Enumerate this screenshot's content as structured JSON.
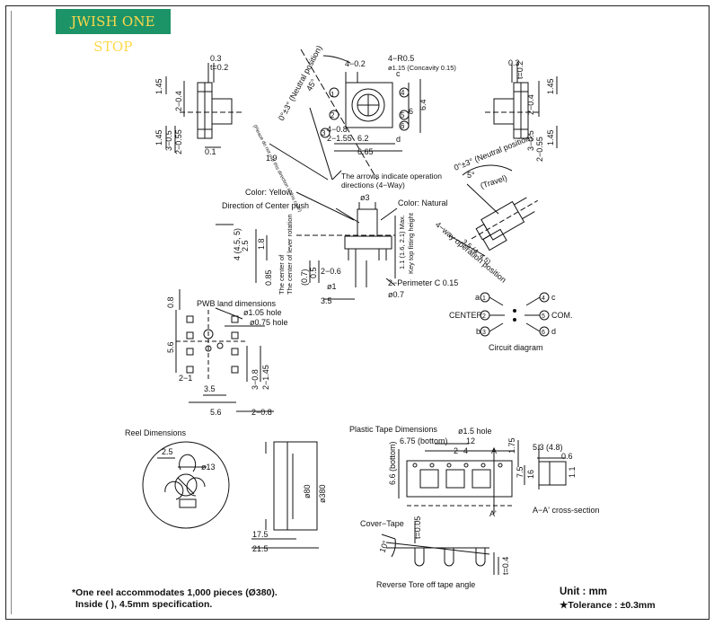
{
  "brand": {
    "name": "JWISH ONE STOP",
    "bg": "#1c9468",
    "fg": "#ffd84a"
  },
  "top_view": {
    "neutral_label": "0°±3° (Neutral position)",
    "angle_45": "45°",
    "dim_4_02": "4−0.2",
    "dim_4_r05": "4−R0.5",
    "concavity": "ø1.15 (Concavity 0.15)",
    "dim_4_08": "4−0.8",
    "dim_2_155": "2−1.55",
    "dim_6": "6",
    "dim_64": "6.4",
    "dim_62": "6.2",
    "dim_665": "6.65",
    "letter_c": "c",
    "letter_d": "d",
    "arrows_note_1": "The arrows indicate operation",
    "arrows_note_2": "directions (4−Way)",
    "slant_note": "(Please do not use this direction in this case)",
    "dim_19": "1.9"
  },
  "left_side": {
    "d_03": "0.3",
    "d_t02": "t=0.2",
    "d_145a": "1.45",
    "d_2_04": "2−0.4",
    "d_145b": "1.45",
    "d_3_05": "3−0.5",
    "d_2_055": "2−0.55",
    "d_01": "0.1"
  },
  "right_side": {
    "d_03": "0.3",
    "d_t02": "t=0.2",
    "d_145a": "1.45",
    "d_2_04": "2−0.4",
    "d_145b": "1.45",
    "d_3_05": "3−0.5",
    "d_2_055": "2−0.55"
  },
  "front": {
    "color_yellow": "Color: Yellow",
    "color_natural": "Color: Natural",
    "center_push": "Direction of Center push",
    "d3": "ø3",
    "d_45_5": "4 (4.5, 5)",
    "d_25": "2.5",
    "d_18": "1.8",
    "d_085": "0.85",
    "center_lever": "The center of lever rotation",
    "d_07": "(0.7)",
    "d_05": "0.5",
    "d_1": "ø1",
    "d_2_06": "2−0.6",
    "d_35": "3.5",
    "perimeter": "2−Perimeter C 0.15",
    "d_07b": "ø0.7",
    "fitting": "1.1 (1.6, 2.1) Max.",
    "key_top": "Key top fitting height"
  },
  "travel_view": {
    "neutral": "0°±3° (Neutral position)",
    "five": "5°",
    "travel": "(Travel)",
    "ops": "4−way operation position",
    "d_35": "3.5 (4, 4.5)"
  },
  "pwb": {
    "title": "PWB land dimensions",
    "hole1": "ø1.05 hole",
    "hole2": "ø0.75 hole",
    "d_08": "0.8",
    "d_56": "5.6",
    "d_2_1": "2−1",
    "d_35": "3.5",
    "d_3_08": "3−0.8",
    "d_2_145": "2−1.45",
    "d_56b": "5.6",
    "d_2_08": "2−0.8"
  },
  "circuit": {
    "title": "Circuit diagram",
    "a": "a",
    "b": "b",
    "c": "c",
    "d": "d",
    "center": "CENTER",
    "com": "COM.",
    "n1": "1",
    "n2": "2",
    "n3": "3",
    "n4": "4",
    "n5": "5",
    "n6": "6"
  },
  "reel": {
    "title": "Reel Dimensions",
    "d25": "2.5",
    "d13": "ø13",
    "d80": "ø80",
    "d380": "ø380",
    "d175": "17.5",
    "d215": "21.5"
  },
  "tape": {
    "title": "Plastic Tape Dimensions",
    "hole": "ø1.5 hole",
    "bottom1": "6.75 (bottom)",
    "d12": "12",
    "d2": "2",
    "d4": "4",
    "a": "A",
    "a_prime": "A'",
    "bottom2": "6.6 (bottom)",
    "d175": "1.75",
    "d75": "7.5",
    "d16": "16",
    "d53": "5.3 (4.8)",
    "d06": "0.6",
    "d11": "1.1",
    "cross": "A−A' cross-section"
  },
  "cover": {
    "title": "Cover−Tape",
    "t005": "t=0.05",
    "angle": "10°",
    "t04": "t=0.4",
    "caption": "Reverse Tore off tape angle"
  },
  "notes": {
    "line1": "*One reel accommodates 1,000 pieces (Ø380).",
    "line2": "Inside ( ), 4.5mm specification.",
    "unit": "Unit : mm",
    "tolerance": "★Tolerance : ±0.3mm"
  }
}
